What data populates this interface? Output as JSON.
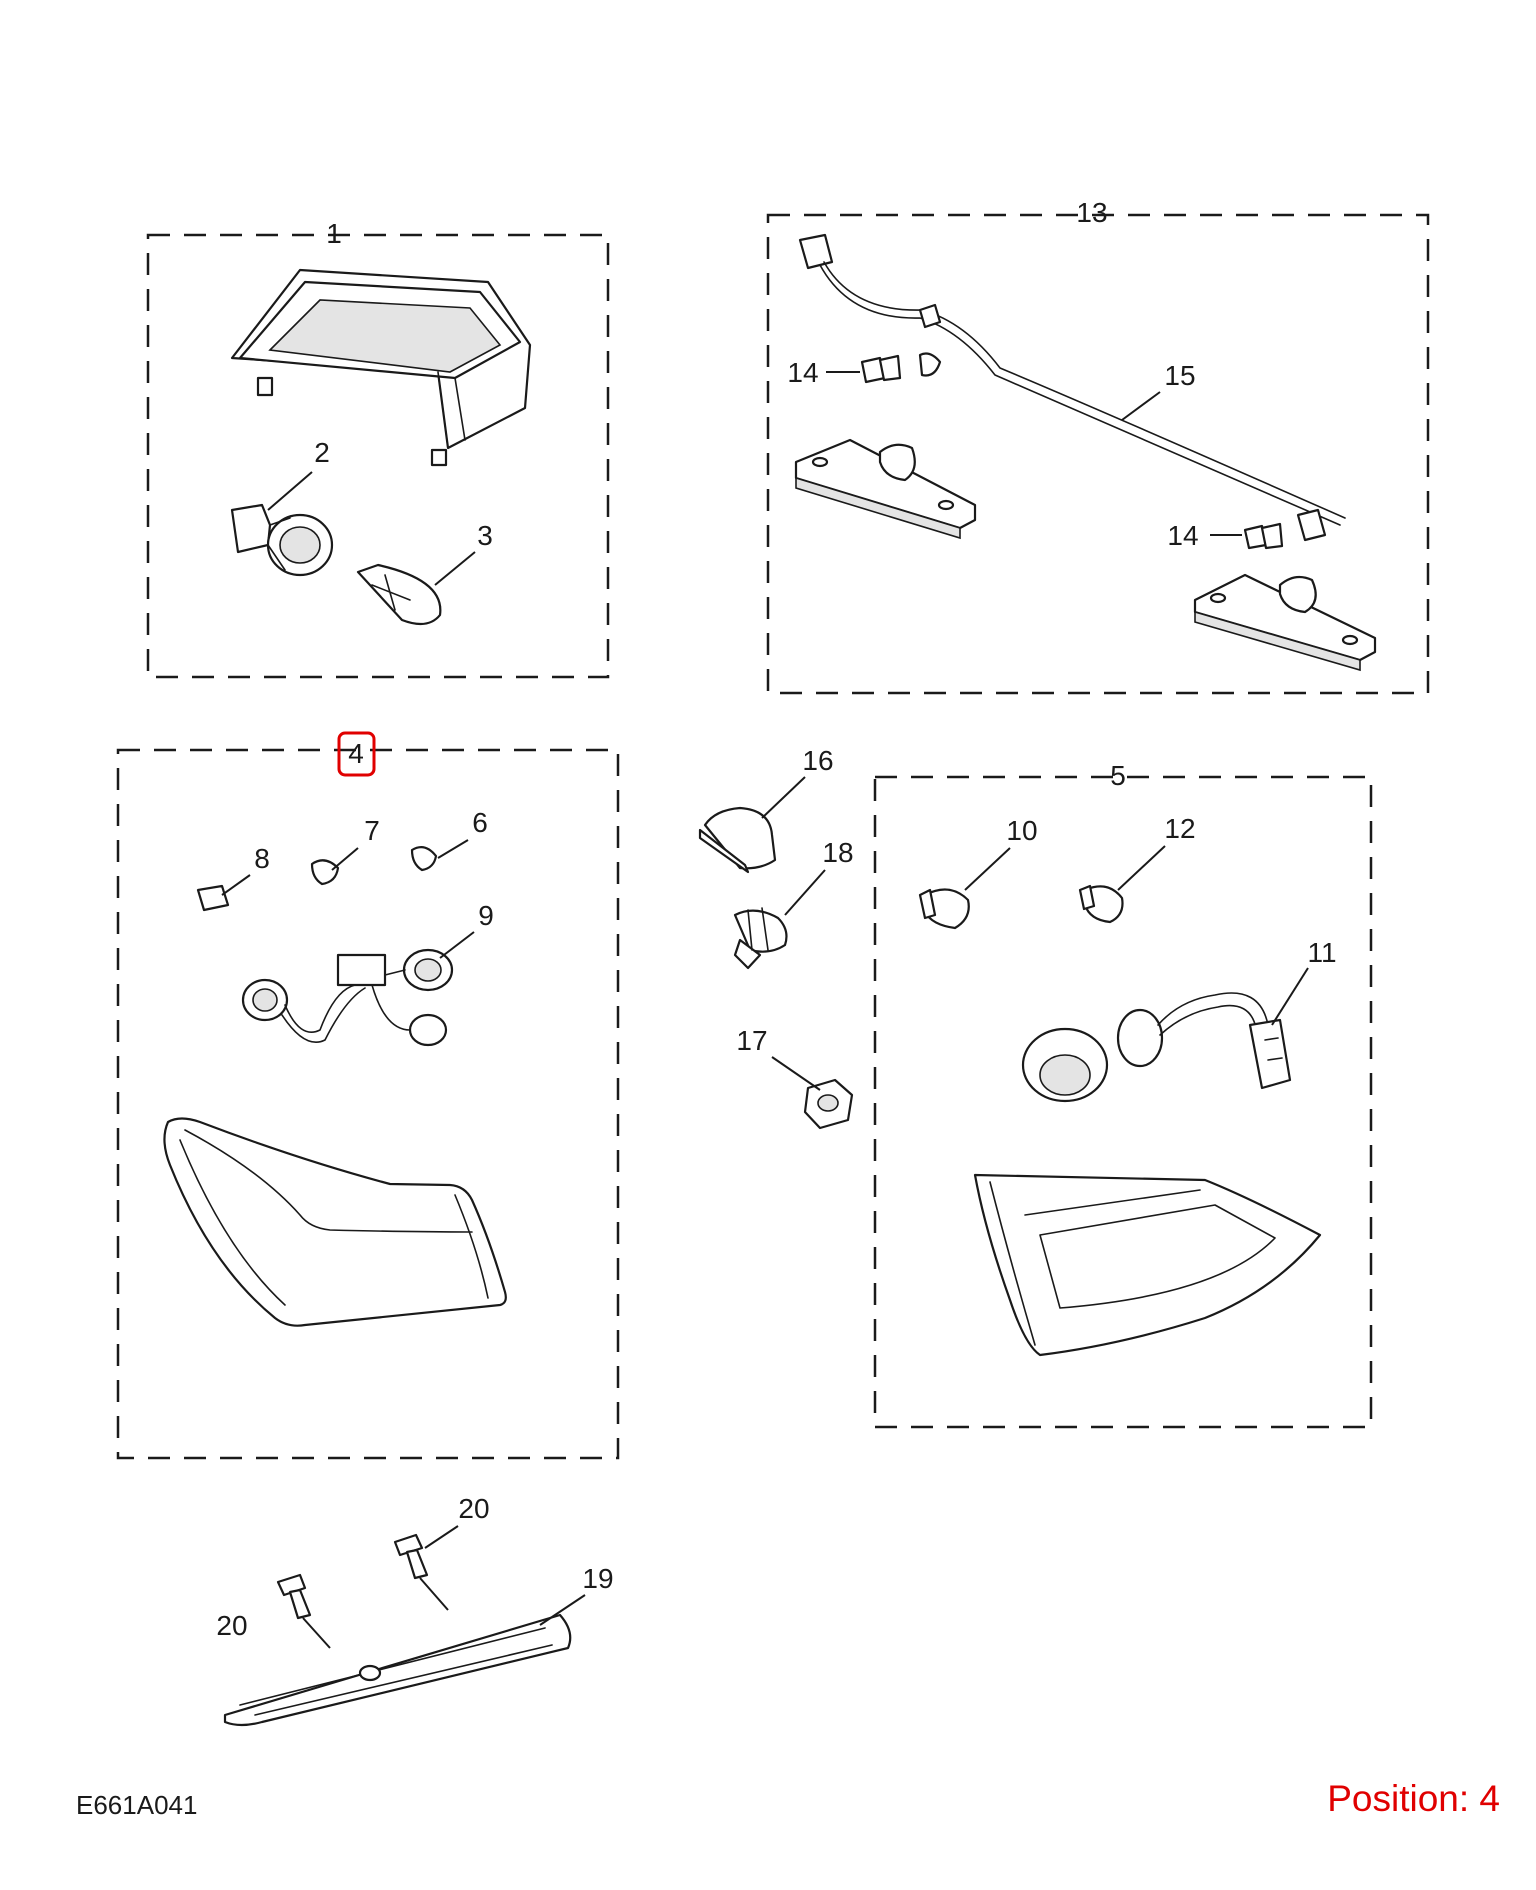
{
  "diagram_code": "E661A041",
  "position_label": "Position: 4",
  "highlight_color": "#e00000",
  "highlighted_callout": "4",
  "callouts": {
    "c1": "1",
    "c2": "2",
    "c3": "3",
    "c4": "4",
    "c5": "5",
    "c6": "6",
    "c7": "7",
    "c8": "8",
    "c9": "9",
    "c10": "10",
    "c11": "11",
    "c12": "12",
    "c13": "13",
    "c14a": "14",
    "c14b": "14",
    "c15": "15",
    "c16": "16",
    "c17": "17",
    "c18": "18",
    "c19": "19",
    "c20a": "20",
    "c20b": "20"
  }
}
